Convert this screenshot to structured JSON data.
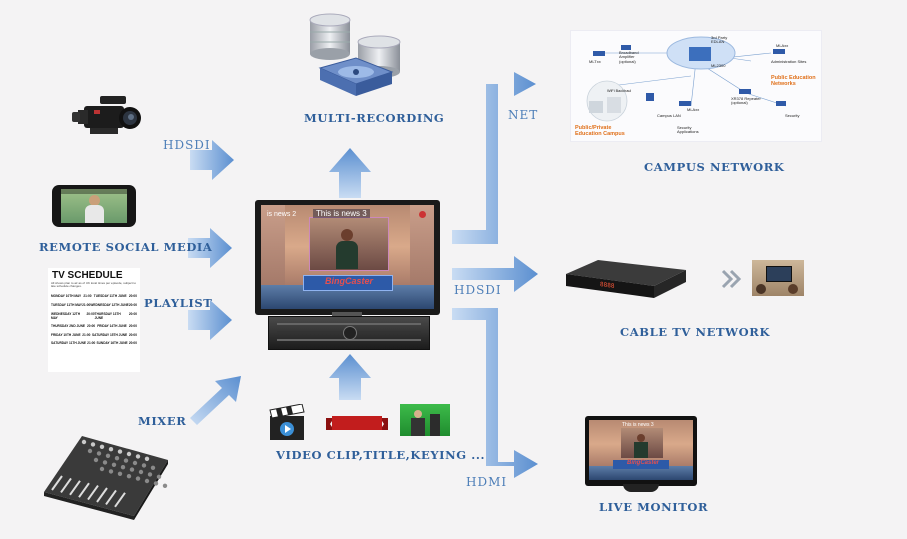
{
  "labels": {
    "multi_recording": "MULTI-RECORDING",
    "campus_network": "CAMPUS NETWORK",
    "remote_social_media": "REMOTE SOCIAL MEDIA",
    "playlist": "PLAYLIST",
    "mixer": "MIXER",
    "video_clip": "VIDEO CLIP,TITLE,KEYING ...",
    "cable_tv_network": "CABLE TV NETWORK",
    "live_monitor": "LIVE MONITOR"
  },
  "edges": {
    "hdsdi_in": "HDSDI",
    "net": "NET",
    "hdsdi_out": "HDSDI",
    "hdmi": "HDMI"
  },
  "screen": {
    "news_tag": "This is news 3",
    "news_tag_left": "is news 2",
    "brand": "BingCaster"
  },
  "tv_schedule": {
    "title": "TV SCHEDULE",
    "intro": "All shows plan to air as of UK local times per episode, subject to late schedule changes.",
    "rows": [
      [
        "MONDAY 10TH MAY",
        "21:00",
        "TUESDAY 11TH JUNE",
        "20:00"
      ],
      [
        "TUESDAY 11TH MAY",
        "21:00",
        "WEDNESDAY 12TH JUNE",
        "20:00"
      ],
      [
        "WEDNESDAY 12TH MAY",
        "20:00",
        "THURSDAY 13TH JUNE",
        "20:00"
      ],
      [
        "THURSDAY 2ND JUNE",
        "20:00",
        "FRIDAY 14TH JUNE",
        "20:00"
      ],
      [
        "FRIDAY 10TH JUNE",
        "21:00",
        "SATURDAY 15TH JUNE",
        "20:00"
      ],
      [
        "SATURDAY 11TH JUNE",
        "21:00",
        "SUNDAY 16TH JUNE",
        "20:00"
      ]
    ]
  },
  "campus": {
    "t1": "3rd Party EDLAN",
    "t2": "ML2300",
    "t3": "MLTxx",
    "t4": "Broadband Amplifier (optional)",
    "t5": "WiFi Backhaul",
    "t6": "Campus LAN",
    "t7": "MLAxx",
    "t8": "Security Applications",
    "t9": "XR378 Repeater (optional)",
    "t10": "MLAxx",
    "t11": "Administration Sites",
    "t12": "Public Education Networks",
    "t13": "Public/Private Education Campus",
    "t14": "Security"
  },
  "decoder": {
    "display": "8888"
  },
  "colors": {
    "arrow": "#5b8fd0",
    "label": "#2f5f9a",
    "orange": "#e0701a"
  }
}
